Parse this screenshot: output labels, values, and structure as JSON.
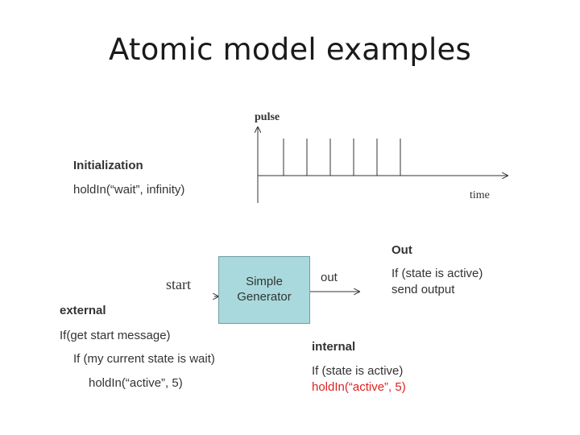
{
  "title": "Atomic model examples",
  "pulse_chart": {
    "y_label": "pulse",
    "x_label": "time",
    "pulse_count": 6
  },
  "initialization": {
    "heading": "Initialization",
    "line1": "holdIn(“wait”, infinity)"
  },
  "generator": {
    "line1": "Simple",
    "line2": "Generator",
    "input_label": "start",
    "output_label": "out",
    "fill_color": "#a9d9dc"
  },
  "out_section": {
    "heading": "Out",
    "line1": "If (state is active)",
    "line2": "send output"
  },
  "external": {
    "heading": "external",
    "line1": "If(get start message)",
    "line2": "If (my current state is wait)",
    "line3": "holdIn(“active”, 5)"
  },
  "internal": {
    "heading": "internal",
    "line1": "If (state is active)",
    "line2": "holdIn(“active”, 5)",
    "highlight_color": "#e02020"
  }
}
